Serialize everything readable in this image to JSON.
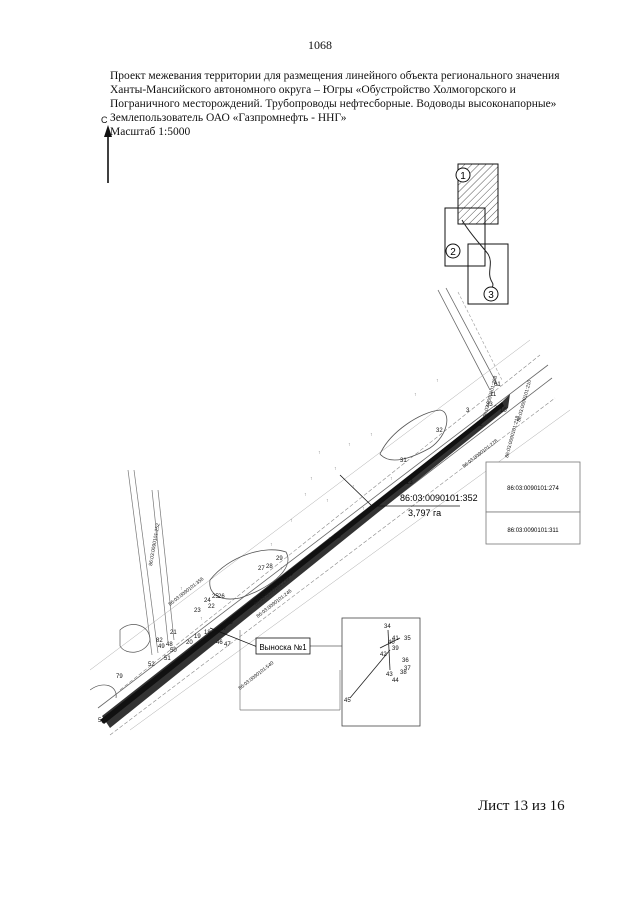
{
  "page_number": "1068",
  "header": {
    "lines": [
      "Проект межевания территории для размещения линейного объекта регионального значения",
      "Ханты-Мансийского автономного округа – Югры  «Обустройство Холмогорского и",
      "Пограничного месторождений. Трубопроводы нефтесборные. Водоводы высоконапорные»",
      "Землепользователь ОАО «Газпромнефть - ННГ»",
      "Масштаб 1:5000"
    ]
  },
  "north_label": "С",
  "map": {
    "index_sheets": [
      "1",
      "2",
      "3"
    ],
    "parcel_label": "86:03:0090101:352",
    "area_label": "3,797 га",
    "callout_label": "Выноска №1",
    "legend_boxes": [
      "86:03:0090101:274",
      "86:03:0090101:311"
    ],
    "cadastral_labels": [
      "86:03:0090101:210",
      "86:03:0090101:208",
      "86:03:0090101:278",
      "86:03:0090101:218",
      "86:03:0090101:252",
      "86:03:0090101:356",
      "86:03:0090101:246",
      "86:03:0090101:239",
      "86:03:0090101:540"
    ],
    "points_main": [
      "54",
      "79",
      "52",
      "51",
      "50",
      "82",
      "49",
      "48",
      "21",
      "20",
      "19",
      "18",
      "17",
      "16",
      "46",
      "47",
      "23",
      "22",
      "24",
      "25",
      "26",
      "27",
      "28",
      "29",
      "14",
      "30",
      "31",
      "13",
      "32",
      "12",
      "33",
      "61",
      "11",
      "10",
      "2",
      "3"
    ],
    "points_callout": [
      "34",
      "35",
      "36",
      "37",
      "38",
      "39",
      "40",
      "41",
      "42",
      "43",
      "44",
      "45"
    ]
  },
  "footer": {
    "sheet_label": "Лист 13 из 16"
  }
}
